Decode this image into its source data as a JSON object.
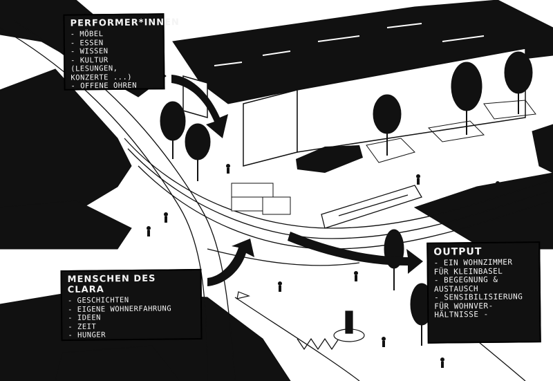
{
  "performer_panel": {
    "title": "Performer*innen",
    "items": [
      "Möbel",
      "Essen",
      "Wissen",
      "Kultur (Lesungen,",
      "Konzerte ...)",
      "Offene Ohren"
    ]
  },
  "menschen_panel": {
    "title": "Menschen des Clara",
    "items": [
      "Geschichten",
      "Eigene Wohnerfahrung",
      "Ideen",
      "Zeit",
      "Hunger"
    ]
  },
  "output_panel": {
    "title": "Output",
    "items": [
      "Ein Wohnzimmer",
      "für Kleinbasel",
      "Begegnung &",
      "Austausch",
      "Sensibilisierung",
      "für Wohnver-",
      "hältnisse -"
    ]
  },
  "colors": {
    "ink": "#111111",
    "paper": "#ffffff",
    "panel_text": "#f4f4f4"
  },
  "icons": [
    "flow-arrow-icon",
    "tree-icon",
    "tram-icon"
  ]
}
